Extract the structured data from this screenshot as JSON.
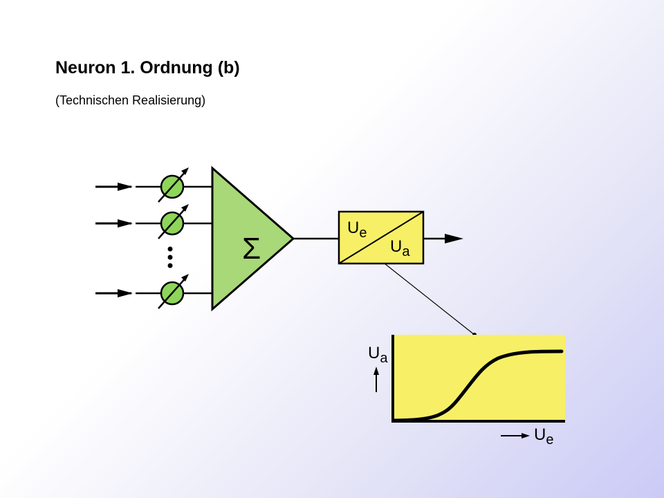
{
  "slide": {
    "title": "Neuron 1. Ordnung (b)",
    "subtitle": "(Technischen Realisierung)"
  },
  "diagram": {
    "summer_symbol": "Σ",
    "ellipsis": "...",
    "converter": {
      "input_label": {
        "main": "U",
        "sub": "e"
      },
      "output_label": {
        "main": "U",
        "sub": "a"
      }
    },
    "characteristic": {
      "y_axis_label": {
        "main": "U",
        "sub": "a"
      },
      "x_axis_label": {
        "main": "U",
        "sub": "e"
      }
    },
    "colors": {
      "weight_fill": "#8ed65a",
      "summer_fill": "#a8d878",
      "converter_fill": "#f7f066",
      "stroke": "#000000",
      "background_gradient_end": "#cacaf7"
    }
  }
}
